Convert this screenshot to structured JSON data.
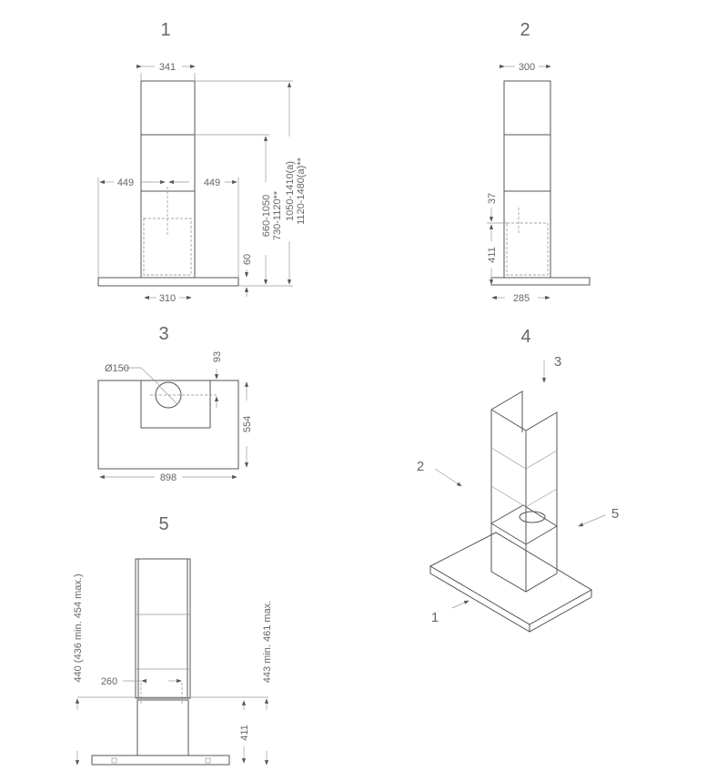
{
  "figures": {
    "fig1": {
      "number": "1",
      "width_top": "341",
      "left_offset": "449",
      "right_offset": "449",
      "motor_width": "310",
      "base_height": "60",
      "height_range_a": "660-1050",
      "height_range_b": "730-1120**",
      "height_range_c": "1050-1410(a)",
      "height_range_d": "1120-1480(a)**"
    },
    "fig2": {
      "number": "2",
      "width_top": "300",
      "offset": "37",
      "motor_height": "411",
      "depth": "285"
    },
    "fig3": {
      "number": "3",
      "diameter": "Ø150",
      "outlet_offset": "93",
      "depth": "554",
      "width": "898"
    },
    "fig4": {
      "number": "4",
      "callouts": [
        "1",
        "2",
        "3",
        "5"
      ]
    },
    "fig5": {
      "number": "5",
      "width": "260",
      "motor_height": "411",
      "height_left": "440 (436 min. 454 max.)",
      "height_right": "443 min. 461 max."
    }
  }
}
